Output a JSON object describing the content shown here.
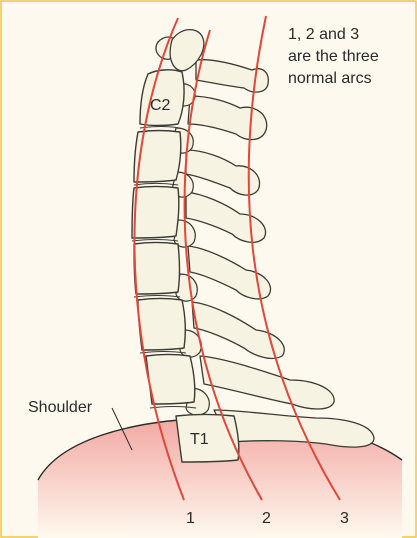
{
  "note": {
    "lines": [
      "1, 2 and 3",
      "are the three",
      "normal arcs"
    ]
  },
  "labels": {
    "c2": "C2",
    "t1": "T1",
    "shoulder": "Shoulder"
  },
  "arc_labels": [
    "1",
    "2",
    "3"
  ],
  "colors": {
    "background": "#fef9ef",
    "border": "#f0c44a",
    "bone_fill": "#f7f3e2",
    "bone_stroke": "#3b3b32",
    "arc": "#e2473a",
    "shoulder_fill": "#f3b3ad"
  }
}
